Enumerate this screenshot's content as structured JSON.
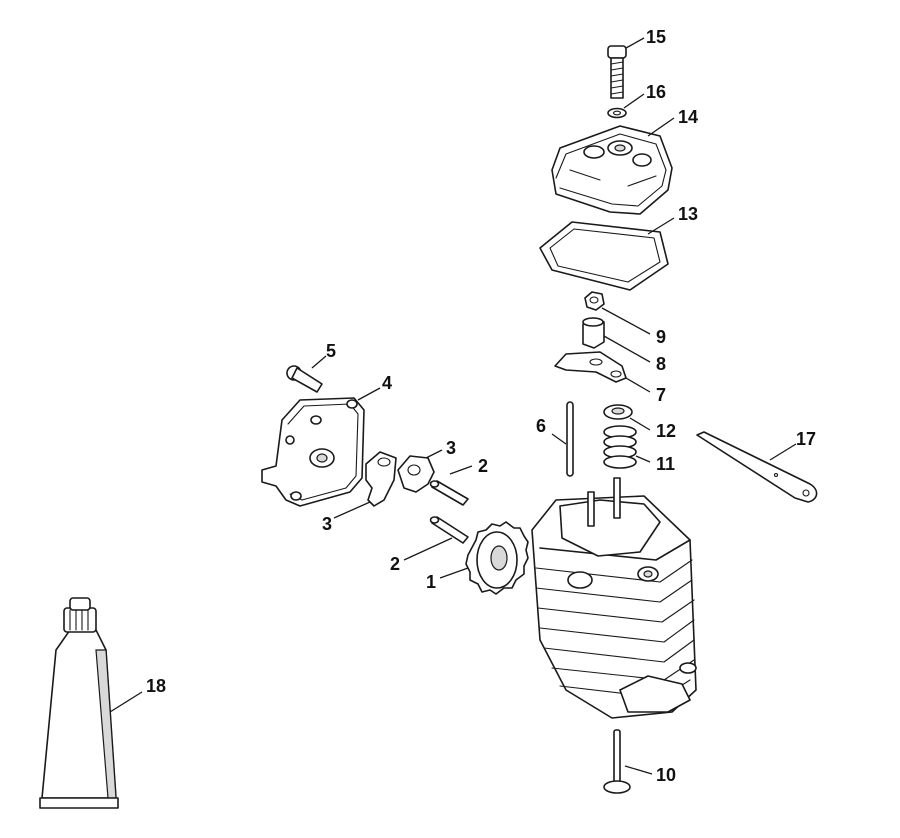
{
  "callouts": [
    {
      "id": "c1",
      "label": "1"
    },
    {
      "id": "c2a",
      "label": "2"
    },
    {
      "id": "c2b",
      "label": "2"
    },
    {
      "id": "c3a",
      "label": "3"
    },
    {
      "id": "c3b",
      "label": "3"
    },
    {
      "id": "c4",
      "label": "4"
    },
    {
      "id": "c5",
      "label": "5"
    },
    {
      "id": "c6",
      "label": "6"
    },
    {
      "id": "c7",
      "label": "7"
    },
    {
      "id": "c8",
      "label": "8"
    },
    {
      "id": "c9",
      "label": "9"
    },
    {
      "id": "c10",
      "label": "10"
    },
    {
      "id": "c11",
      "label": "11"
    },
    {
      "id": "c12",
      "label": "12"
    },
    {
      "id": "c13",
      "label": "13"
    },
    {
      "id": "c14",
      "label": "14"
    },
    {
      "id": "c15",
      "label": "15"
    },
    {
      "id": "c16",
      "label": "16"
    },
    {
      "id": "c17",
      "label": "17"
    },
    {
      "id": "c18",
      "label": "18"
    }
  ]
}
